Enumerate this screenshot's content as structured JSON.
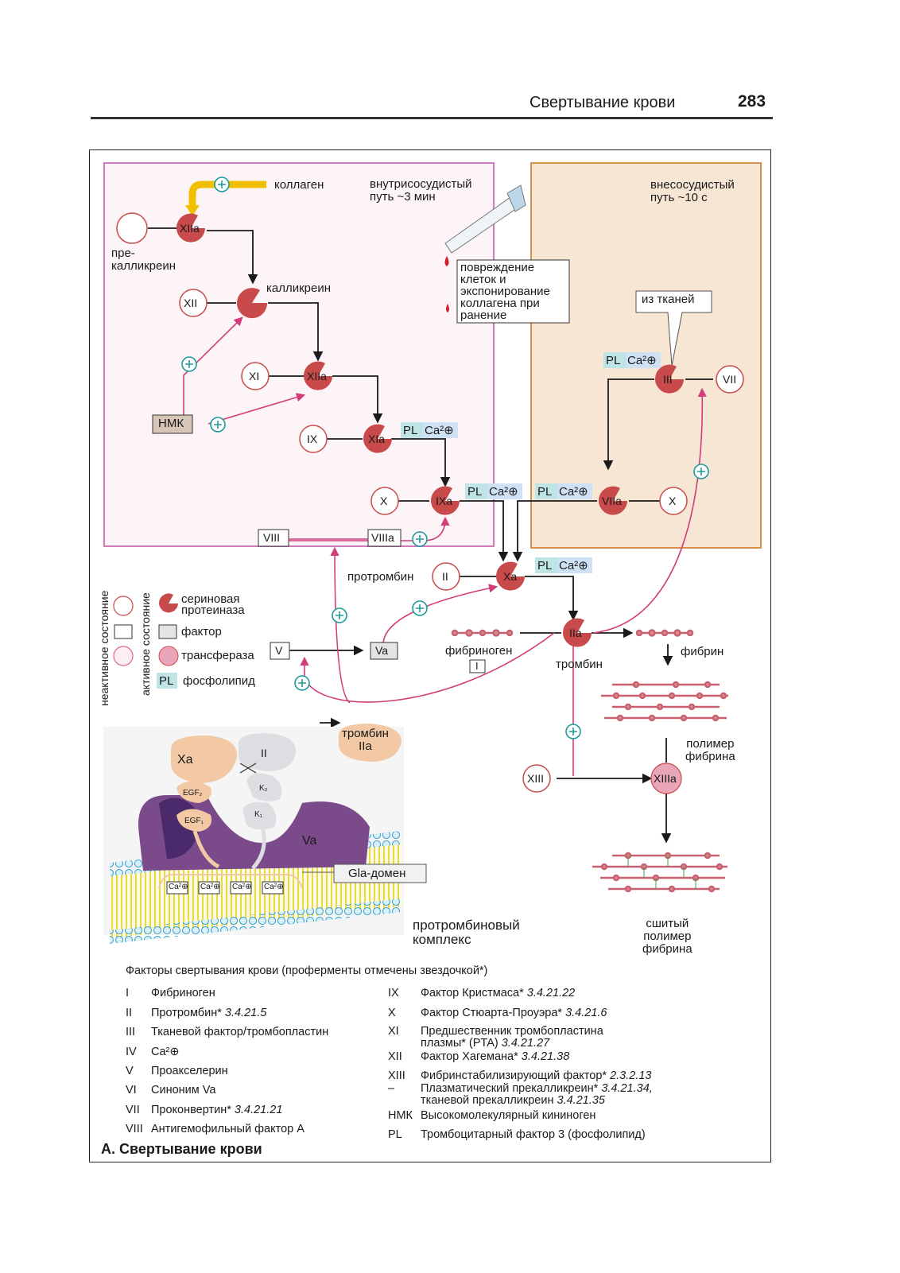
{
  "header": {
    "section_title": "Свертывание крови",
    "page_number": "283"
  },
  "diagram": {
    "intrinsic_path": "внутрисосудистый\nпуть ~3 мин",
    "extrinsic_path": "внесосудистый\nпуть ~10 с",
    "injury_note": "повреждение\nклеток и\nэкспонирование\nколлагена при\nранение",
    "from_tissue": "из тканей",
    "labels": {
      "collagen": "коллаген",
      "prekallikrein": "пре-\nкалликреин",
      "kallikrein": "калликреин",
      "prothrombin": "протромбин",
      "fibrinogen": "фибриноген",
      "thrombin": "тромбин",
      "fibrin": "фибрин",
      "fibrin_polymer": "полимер\nфибрина",
      "crosslinked": "сшитый\nполимер\nфибрина",
      "prothrombinase": "протромбиновый\nкомплекс",
      "gla_domain": "Gla-домен",
      "thrombin_iia": "тромбин\nIIa"
    },
    "cofactor": {
      "pl": "PL",
      "ca": "Ca²⊕"
    },
    "nodes": {
      "XIIa": "XIIa",
      "XII": "XII",
      "XI": "XI",
      "XIa": "XIa",
      "IX": "IX",
      "IXa": "IXa",
      "X": "X",
      "VIII": "VIII",
      "VIIIa": "VIIIa",
      "HMK": "НМК",
      "II": "II",
      "Xa": "Xa",
      "IIa": "IIa",
      "I": "I",
      "V": "V",
      "Va": "Va",
      "III": "III",
      "VII": "VII",
      "VIIa": "VIIa",
      "XIII": "XIII",
      "XIIIa": "XIIIa"
    },
    "legend": {
      "inactive": "неактивное состояние",
      "active": "активное состояние",
      "serine": "сериновая\nпротеиназа",
      "factor": "фактор",
      "transferase": "трансфераза",
      "phospholipid": "фосфолипид"
    },
    "complex": {
      "Xa": "Xa",
      "II": "II",
      "Va": "Va",
      "EGF2": "EGF₂",
      "EGF1": "EGF₁",
      "K2": "K₂",
      "K1": "K₁",
      "ca": "Ca²⊕"
    }
  },
  "factors_title": "Факторы свертывания крови (проферменты отмечены звездочкой*)",
  "factors_left": [
    {
      "num": "I",
      "name": "Фибриноген",
      "ec": ""
    },
    {
      "num": "II",
      "name": "Протромбин*",
      "ec": "3.4.21.5"
    },
    {
      "num": "III",
      "name": "Тканевой фактор/тромбопластин",
      "ec": ""
    },
    {
      "num": "IV",
      "name": "Ca²⊕",
      "ec": ""
    },
    {
      "num": "V",
      "name": "Проакселерин",
      "ec": ""
    },
    {
      "num": "VI",
      "name": "Синоним Va",
      "ec": ""
    },
    {
      "num": "VII",
      "name": "Проконвертин*",
      "ec": "3.4.21.21"
    },
    {
      "num": "VIII",
      "name": "Антигемофильный фактор А",
      "ec": ""
    }
  ],
  "factors_right": [
    {
      "num": "IX",
      "name": "Фактор Кристмаса*",
      "ec": "3.4.21.22"
    },
    {
      "num": "X",
      "name": "Фактор Стюарта-Проуэра*",
      "ec": "3.4.21.6"
    },
    {
      "num": "XI",
      "name": "Предшественник тромбопластина",
      "name2": "плазмы* (PTA)",
      "ec": "3.4.21.27"
    },
    {
      "num": "XII",
      "name": "Фактор Хагемана*",
      "ec": "3.4.21.38"
    },
    {
      "num": "XIII",
      "name": "Фибринстабилизирующий фактор*",
      "ec": "2.3.2.13"
    },
    {
      "num": "–",
      "name": "Плазматический прекалликреин*",
      "ec": "3.4.21.34,",
      "name2": "тканевой прекалликреин",
      "ec2": "3.4.21.35"
    },
    {
      "num": "НМК",
      "name": "Высокомолекулярный кининоген",
      "ec": ""
    },
    {
      "num": "PL",
      "name": "Тромбоцитарный фактор 3 (фосфолипид)",
      "ec": ""
    }
  ],
  "caption": "А. Свертывание крови",
  "colors": {
    "serine_protease": "#c84a4a",
    "intrinsic_border": "#d07ab8",
    "extrinsic_fill": "#f8e6d4",
    "extrinsic_border": "#d9904e",
    "activation_arrow": "#d23c78",
    "pl_tag": "#bfe4e6",
    "ca_tag": "#cfe2f5"
  }
}
